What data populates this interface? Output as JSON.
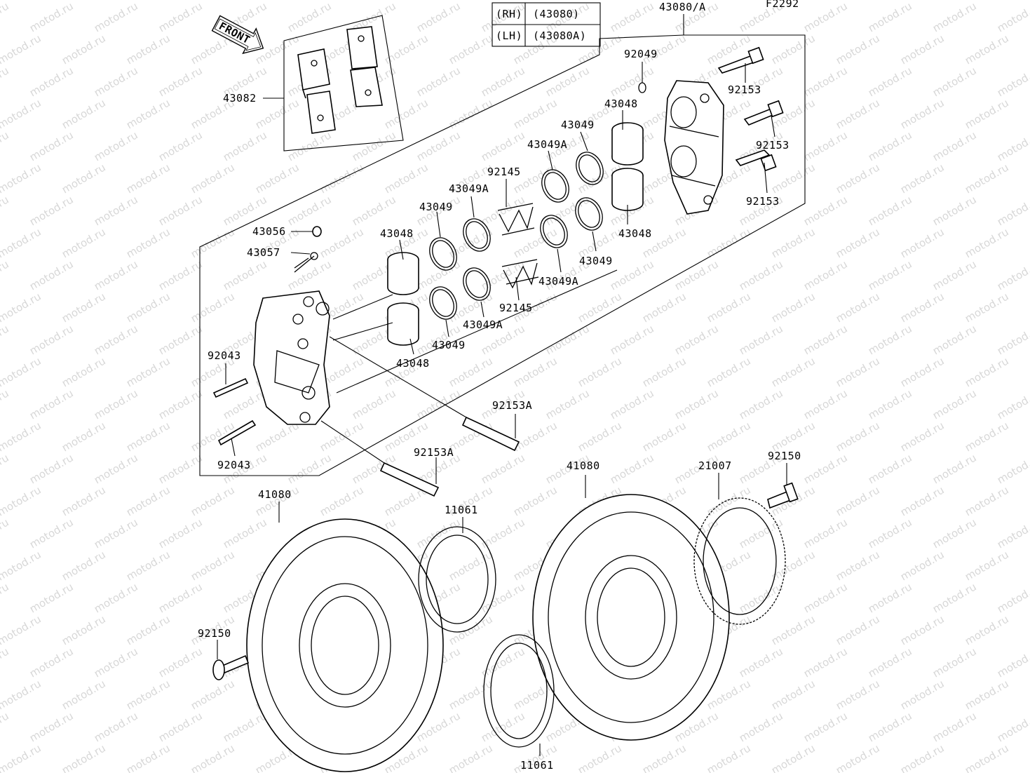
{
  "figure_code": "F2292",
  "variant_table": [
    {
      "side": "(RH)",
      "code": "(43080)"
    },
    {
      "side": "(LH)",
      "code": "(43080A)"
    }
  ],
  "front_label": "FRONT",
  "watermark": "motod.ru",
  "labels": {
    "caliper_assy": "43080/A",
    "pads": "43082",
    "washer": "92049",
    "bolt_top": "92153",
    "bolt_mid": "92153",
    "bolt_bot": "92153",
    "piston_top": "43048",
    "seal_a_top": "43049",
    "seal_b_top": "43049A",
    "spring_top": "92145",
    "seal_b_mid": "43049A",
    "seal_a_mid": "43049",
    "piston_left": "43048",
    "bleeder": "43056",
    "cap": "43057",
    "piston_right": "43048",
    "seal_a_right": "43049",
    "seal_b_right": "43049A",
    "spring_bot": "92145",
    "seal_b_low": "43049A",
    "seal_a_low": "43049",
    "piston_low": "43048",
    "pin_top": "92043",
    "pin_bot": "92043",
    "mount_bolt_top": "92153A",
    "mount_bolt_bot": "92153A",
    "disc_left": "41080",
    "shim_top": "11061",
    "disc_right": "41080",
    "sensor_rotor": "21007",
    "rotor_bolt_right": "92150",
    "rotor_bolt_left": "92150",
    "shim_bot": "11061"
  }
}
